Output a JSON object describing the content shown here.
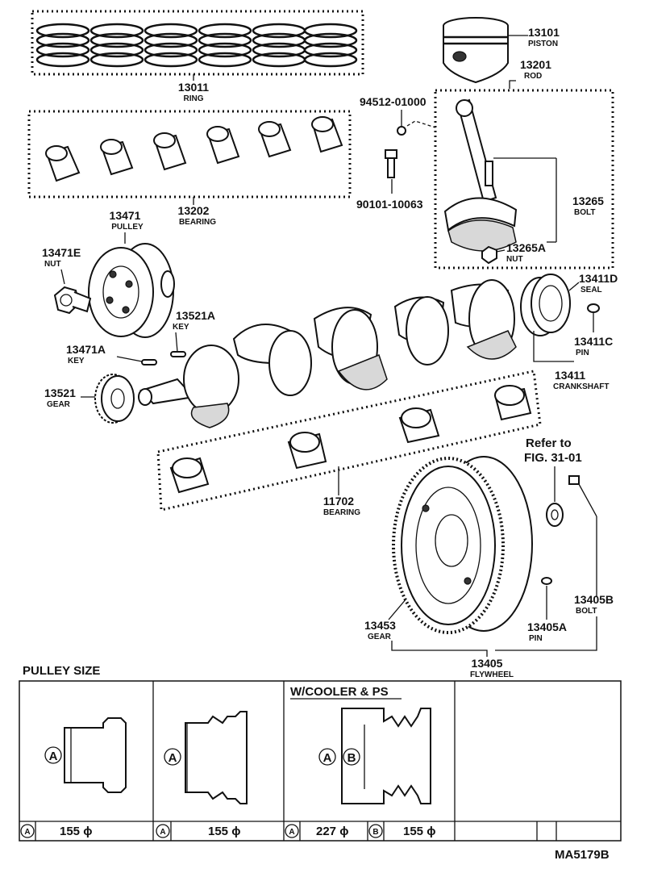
{
  "parts": {
    "ring": {
      "number": "13011",
      "name": "RING"
    },
    "piston": {
      "number": "13101",
      "name": "PISTON"
    },
    "rod": {
      "number": "13201",
      "name": "ROD"
    },
    "rod_bearing": {
      "number": "13202",
      "name": "BEARING"
    },
    "screw": {
      "number": "94512-01000",
      "name": ""
    },
    "rod_bolt_small": {
      "number": "90101-10063",
      "name": ""
    },
    "rod_bolt": {
      "number": "13265",
      "name": "BOLT"
    },
    "rod_nut": {
      "number": "13265A",
      "name": "NUT"
    },
    "pulley": {
      "number": "13471",
      "name": "PULLEY"
    },
    "pulley_nut": {
      "number": "13471E",
      "name": "NUT"
    },
    "pulley_key": {
      "number": "13471A",
      "name": "KEY"
    },
    "gear_key": {
      "number": "13521A",
      "name": "KEY"
    },
    "gear": {
      "number": "13521",
      "name": "GEAR"
    },
    "seal": {
      "number": "13411D",
      "name": "SEAL"
    },
    "crank_pin": {
      "number": "13411C",
      "name": "PIN"
    },
    "crankshaft": {
      "number": "13411",
      "name": "CRANKSHAFT"
    },
    "main_bearing": {
      "number": "11702",
      "name": "BEARING"
    },
    "ring_gear": {
      "number": "13453",
      "name": "GEAR"
    },
    "flywheel": {
      "number": "13405",
      "name": "FLYWHEEL"
    },
    "fly_pin": {
      "number": "13405A",
      "name": "PIN"
    },
    "fly_bolt": {
      "number": "13405B",
      "name": "BOLT"
    }
  },
  "refer": {
    "line1": "Refer to",
    "line2": "FIG. 31-01"
  },
  "pulley_size": {
    "title": "PULLEY SIZE",
    "cooler_title": "W/COOLER & PS",
    "mark_a": "A",
    "mark_b": "B",
    "values": [
      "155 ϕ",
      "155 ϕ",
      "227 ϕ",
      "155 ϕ"
    ]
  },
  "figure_code": "MA5179B"
}
